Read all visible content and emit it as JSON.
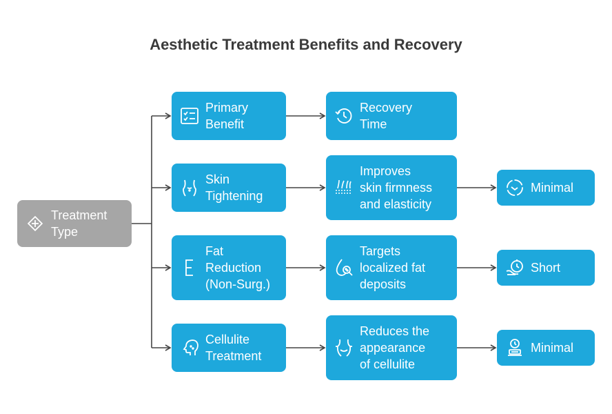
{
  "diagram": {
    "title": "Aesthetic Treatment Benefits and Recovery",
    "root": {
      "label": "Treatment\nType",
      "icon": "medical-cross-icon"
    },
    "headers": [
      {
        "label": "Primary\nBenefit",
        "icon": "checklist-icon"
      },
      {
        "label": "Recovery\nTime",
        "icon": "clock-rewind-icon"
      }
    ],
    "rows": [
      {
        "treatment": {
          "label": "Skin\nTightening",
          "icon": "body-torso-icon"
        },
        "benefit": {
          "label": "Improves\nskin firmness\nand elasticity",
          "icon": "skin-layers-icon"
        },
        "recovery": {
          "label": "Minimal",
          "icon": "timer-icon"
        }
      },
      {
        "treatment": {
          "label": "Fat\nReduction\n(Non-Surg.)",
          "icon": "letter-e-icon"
        },
        "benefit": {
          "label": "Targets\nlocalized fat\ndeposits",
          "icon": "fat-drop-magnifier-icon"
        },
        "recovery": {
          "label": "Short",
          "icon": "stopwatch-hand-icon"
        }
      },
      {
        "treatment": {
          "label": "Cellulite\nTreatment",
          "icon": "face-profile-icon"
        },
        "benefit": {
          "label": "Reduces the\nappearance\nof cellulite",
          "icon": "hips-icon"
        },
        "recovery": {
          "label": "Minimal",
          "icon": "hourglass-meter-icon"
        }
      }
    ]
  }
}
